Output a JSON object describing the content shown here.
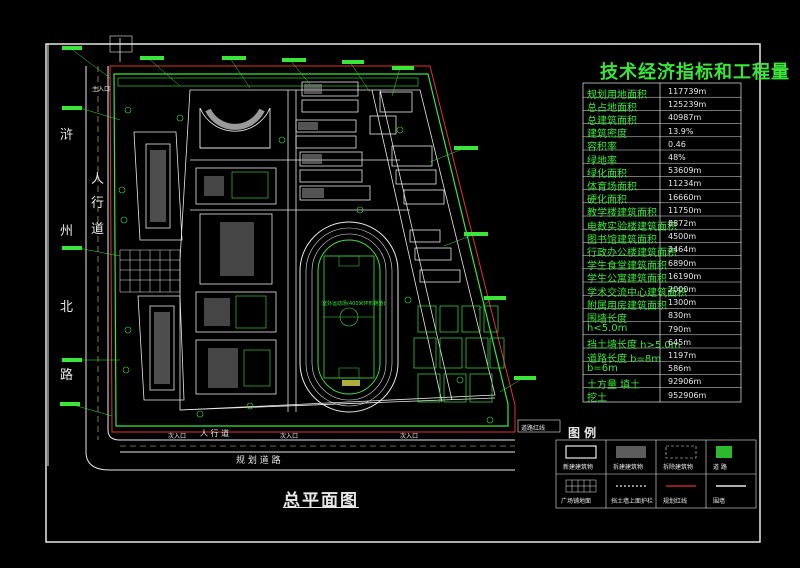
{
  "drawing": {
    "title": "总平面图",
    "colors": {
      "background": "#000000",
      "frame": "#e8e8e8",
      "green": "#39e639",
      "red": "#e53030",
      "grey": "#9a9a9a",
      "yellow": "#d8d84a"
    }
  },
  "roads": {
    "west_road_chars": [
      "浒",
      "州",
      "北",
      "路"
    ],
    "sidewalk_chars": [
      "人",
      "行",
      "道"
    ],
    "south_sidewalk": "人  行  道",
    "south_road": "规  划  道  路",
    "entrances": [
      "主入口",
      "次入口",
      "次入口",
      "次入口"
    ],
    "south_marker": "道路红线"
  },
  "campus": {
    "field_label": "室外运动场(400米环形跑道)"
  },
  "indicators": {
    "title": "技术经济指标和工程量",
    "rows": [
      {
        "label": "规划用地面积",
        "value": "117739m"
      },
      {
        "label": "总占地面积",
        "value": "125239m"
      },
      {
        "label": "总建筑面积",
        "value": "40987m"
      },
      {
        "label": "建筑密度",
        "value": "13.9%"
      },
      {
        "label": "容积率",
        "value": "0.46"
      },
      {
        "label": "绿地率",
        "value": "48%"
      },
      {
        "label": "绿化面积",
        "value": "53609m"
      },
      {
        "label": "体育场面积",
        "value": "11234m"
      },
      {
        "label": "硬化面积",
        "value": "16660m"
      },
      {
        "label": "教学楼建筑面积",
        "value": "11750m"
      },
      {
        "label": "电教实验楼建筑面积",
        "value": "8872m"
      },
      {
        "label": "图书馆建筑面积",
        "value": "4500m"
      },
      {
        "label": "行政办公楼建筑面积",
        "value": "3464m"
      },
      {
        "label": "学生食堂建筑面积",
        "value": "6890m"
      },
      {
        "label": "学生公寓建筑面积",
        "value": "16190m"
      },
      {
        "label": "学术交流中心建筑面积",
        "value": "2000m"
      },
      {
        "label": "附属用房建筑面积",
        "value": "1300m"
      },
      {
        "label": "围墙长度",
        "value": "830m"
      },
      {
        "label": "h<5.0m",
        "value": "790m"
      },
      {
        "label": "挡土墙长度 h>5.0m",
        "value": "645m"
      },
      {
        "label": "道路长度 b=8m",
        "value": "1197m"
      },
      {
        "label": "b=6m",
        "value": "586m"
      },
      {
        "label": "土方量 填土",
        "value": "92906m"
      },
      {
        "label": "挖土",
        "value": "952906m"
      }
    ]
  },
  "legend": {
    "title": "图  例",
    "items": [
      {
        "label": "新建建筑物"
      },
      {
        "label": "拆建建筑物"
      },
      {
        "label": "拆除建筑物"
      },
      {
        "label": "道  路"
      },
      {
        "label": "广场铺地面"
      },
      {
        "label": "挡土墙上面护栏"
      },
      {
        "label": "规划红线"
      },
      {
        "label": "围墙"
      }
    ]
  }
}
